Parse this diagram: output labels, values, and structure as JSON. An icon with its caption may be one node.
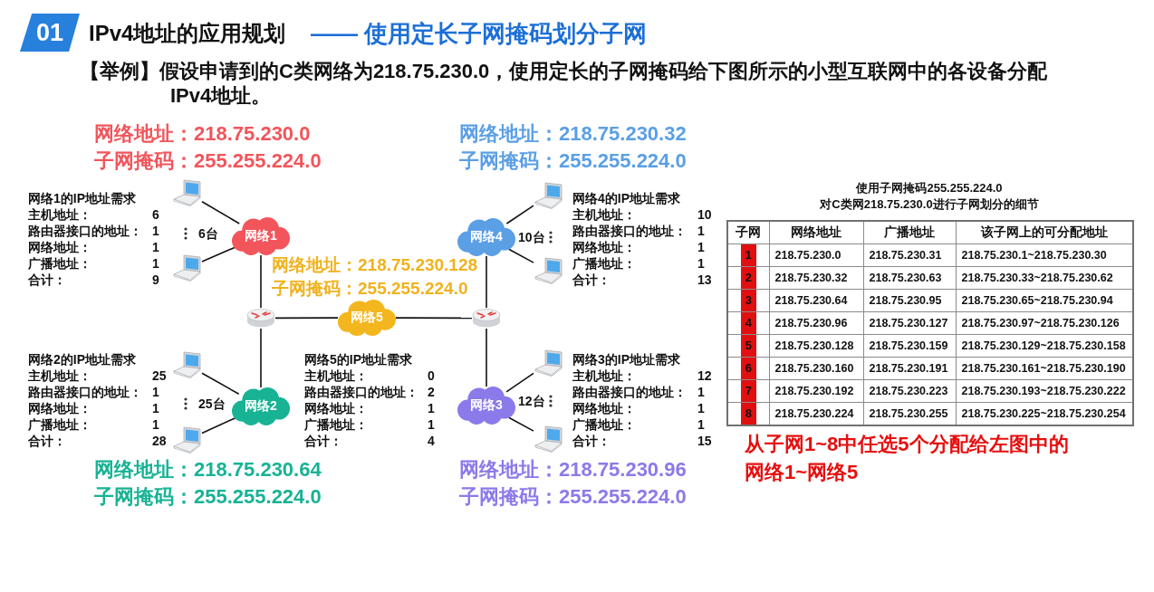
{
  "diagram": {
    "title": "IPv4地址的应用规划",
    "nodes": [
      {
        "text": [
          "网络1"
        ],
        "beside": [
          "6台"
        ]
      },
      {
        "text": [
          "网络2"
        ],
        "beside": [
          "25台"
        ]
      },
      {
        "text": [
          "网络3"
        ],
        "beside": [
          "12台"
        ]
      },
      {
        "text": [
          "网络4"
        ],
        "beside": [
          "10台"
        ]
      },
      {
        "text": [
          "网络5"
        ]
      },
      {
        "text": [],
        "shape": "picture"
      },
      {
        "text": [],
        "shape": "picture"
      },
      {
        "text": [],
        "shape": "picture"
      },
      {
        "text": [],
        "shape": "picture"
      },
      {
        "text": [],
        "shape": "picture"
      },
      {
        "text": [],
        "shape": "picture"
      },
      {
        "text": [],
        "shape": "picture"
      },
      {
        "text": [],
        "shape": "picture"
      },
      {
        "text": [],
        "shape": "picture"
      },
      {
        "text": [],
        "shape": "picture"
      }
    ],
    "edges": [
      {
        "from": 0,
        "to": 5,
        "arrow": "none"
      },
      {
        "from": 5,
        "to": 1,
        "arrow": "none"
      },
      {
        "from": 5,
        "to": 4,
        "arrow": "none"
      },
      {
        "from": 4,
        "to": 6,
        "arrow": "none"
      },
      {
        "from": 6,
        "to": 3,
        "arrow": "none"
      },
      {
        "from": 6,
        "to": 2,
        "arrow": "none"
      },
      {
        "from": 0,
        "to": 7,
        "arrow": "none"
      },
      {
        "from": 0,
        "to": 8,
        "arrow": "none"
      },
      {
        "from": 1,
        "to": 9,
        "arrow": "none"
      },
      {
        "from": 1,
        "to": 10,
        "arrow": "none"
      },
      {
        "from": 3,
        "to": 11,
        "arrow": "none"
      },
      {
        "from": 3,
        "to": 12,
        "arrow": "none"
      },
      {
        "from": 2,
        "to": 13,
        "arrow": "none"
      },
      {
        "from": 2,
        "to": 14,
        "arrow": "none"
      }
    ],
    "labels": [
      "01",
      "—— 使用定长子网掩码划分子网",
      "【举例】假设申请到的C类网络为218.75.230.0，使用定长的子网掩码给下图所示的小型互联网中的各设备分配IPv4地址。",
      "网络地址：218.75.230.0",
      "子网掩码：255.255.224.0",
      "网络地址：218.75.230.32",
      "子网掩码：255.255.224.0",
      "网络1的IP地址需求",
      "主机地址：",
      "6",
      "路由器接口的地址：",
      "1",
      "网络地址：",
      "1",
      "广播地址：",
      "1",
      "合计：",
      "9",
      "网络4的IP地址需求",
      "主机地址：",
      "10",
      "路由器接口的地址：",
      "1",
      "网络地址：",
      "1",
      "广播地址：",
      "1",
      "合计：",
      "13",
      "网络地址：218.75.230.128",
      "子网掩码：255.255.224.0",
      "网络2的IP地址需求",
      "主机地址：",
      "25",
      "路由器接口的地址：",
      "1",
      "网络地址：",
      "1",
      "广播地址：",
      "1",
      "合计：",
      "28",
      "网络5的IP地址需求",
      "主机地址：",
      "0",
      "路由器接口的地址：",
      "2",
      "网络地址：",
      "1",
      "广播地址：",
      "1",
      "合计：",
      "4",
      "网络3的IP地址需求",
      "主机地址：",
      "12",
      "路由器接口的地址：",
      "1",
      "网络地址：",
      "1",
      "广播地址：",
      "1",
      "合计：",
      "15",
      "网络地址：218.75.230.64",
      "子网掩码：255.255.224.0",
      "网络地址：218.75.230.96",
      "子网掩码：255.255.224.0",
      "使用子网掩码255.255.224.0",
      "对C类网218.75.230.0进行子网划分的细节",
      "子网",
      "网络地址",
      "广播地址",
      "该子网上的可分配地址",
      "1",
      "218.75.230.0",
      "218.75.230.31",
      "218.75.230.1~218.75.230.30",
      "2",
      "218.75.230.32",
      "218.75.230.63",
      "218.75.230.33~218.75.230.62",
      "3",
      "218.75.230.64",
      "218.75.230.95",
      "218.75.230.65~218.75.230.94",
      "4",
      "218.75.230.96",
      "218.75.230.127",
      "218.75.230.97~218.75.230.126",
      "5",
      "218.75.230.128",
      "218.75.230.159",
      "218.75.230.129~218.75.230.158",
      "6",
      "218.75.230.160",
      "218.75.230.191",
      "218.75.230.161~218.75.230.190",
      "7",
      "218.75.230.192",
      "218.75.230.223",
      "218.75.230.193~218.75.230.222",
      "8",
      "218.75.230.224",
      "218.75.230.255",
      "218.75.230.225~218.75.230.254",
      "从子网1~8中任选5个分配给左图中的网络1~网络5"
    ]
  }
}
